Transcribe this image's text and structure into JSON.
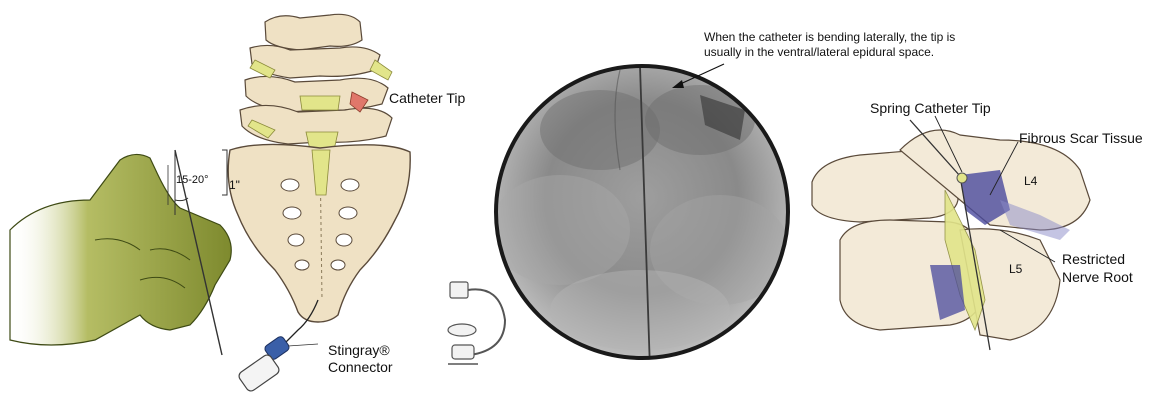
{
  "annotation": {
    "line1": "When the catheter is bending laterally, the tip is",
    "line2": "usually in the ventral/lateral epidural space."
  },
  "labels": {
    "catheter_tip": "Catheter Tip",
    "angle": "15-20°",
    "depth": "1\"",
    "connector_line1": "Stingray®",
    "connector_line2": "Connector",
    "spring_catheter_tip": "Spring Catheter Tip",
    "fibrous_scar": "Fibrous Scar Tissue",
    "l4": "L4",
    "l5": "L5",
    "nerve_line1": "Restricted",
    "nerve_line2": "Nerve Root"
  },
  "colors": {
    "bone": "#efe1c4",
    "bone_outline": "#5a4a3a",
    "glove": "#8e9a3c",
    "nerve_yellow": "#e2e58a",
    "catheter_tip_red": "#e0776a",
    "connector_blue": "#3a5fa8",
    "scar_purple": "#4a4a9e"
  }
}
